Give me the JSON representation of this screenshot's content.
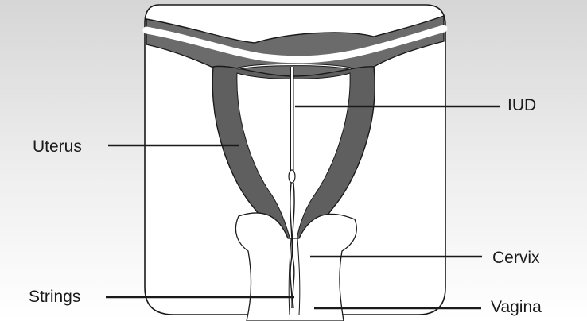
{
  "labels": {
    "iud": "IUD",
    "uterus": "Uterus",
    "cervix": "Cervix",
    "strings": "Strings",
    "vagina": "Vagina"
  },
  "colors": {
    "background_top": "#d9d9d9",
    "background_bottom": "#ffffff",
    "uterus_wall": "#5f5f5f",
    "outline": "#1a1a1a",
    "label_text": "#1a1a1a"
  }
}
